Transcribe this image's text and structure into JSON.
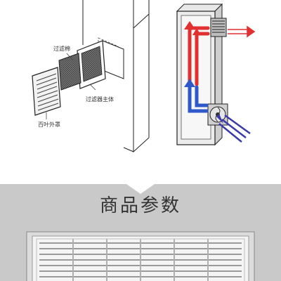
{
  "labels": {
    "filter_cotton": "过滤棉",
    "filter_body": "过滤器主体",
    "louver_cover": "百叶外罩"
  },
  "section": {
    "title": "商品参数"
  },
  "colors": {
    "band": "#c9c9c9",
    "hot_air": "#e03030",
    "cool_air": "#2f59c8",
    "exhaust_arrow": "#e03030",
    "intake_arrow": "#3a3aa8"
  }
}
